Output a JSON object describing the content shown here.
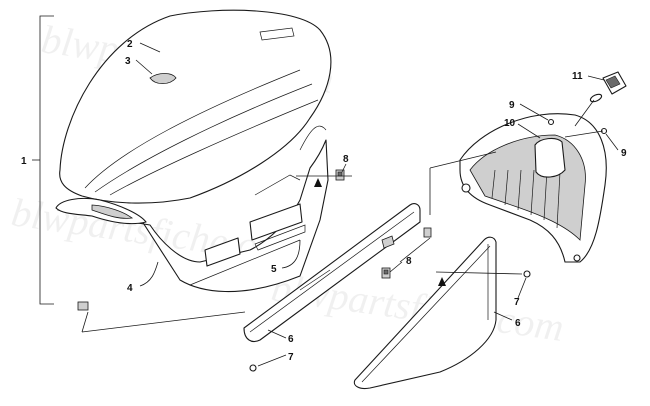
{
  "watermark": "blwpartsfiche.com",
  "callouts": {
    "c1": "1",
    "c2": "2",
    "c3": "3",
    "c4": "4",
    "c5": "5",
    "c6a": "6",
    "c6b": "6",
    "c7a": "7",
    "c7b": "7",
    "c8a": "8",
    "c8b": "8",
    "c9a": "9",
    "c9b": "9",
    "c10": "10",
    "c11": "11"
  }
}
